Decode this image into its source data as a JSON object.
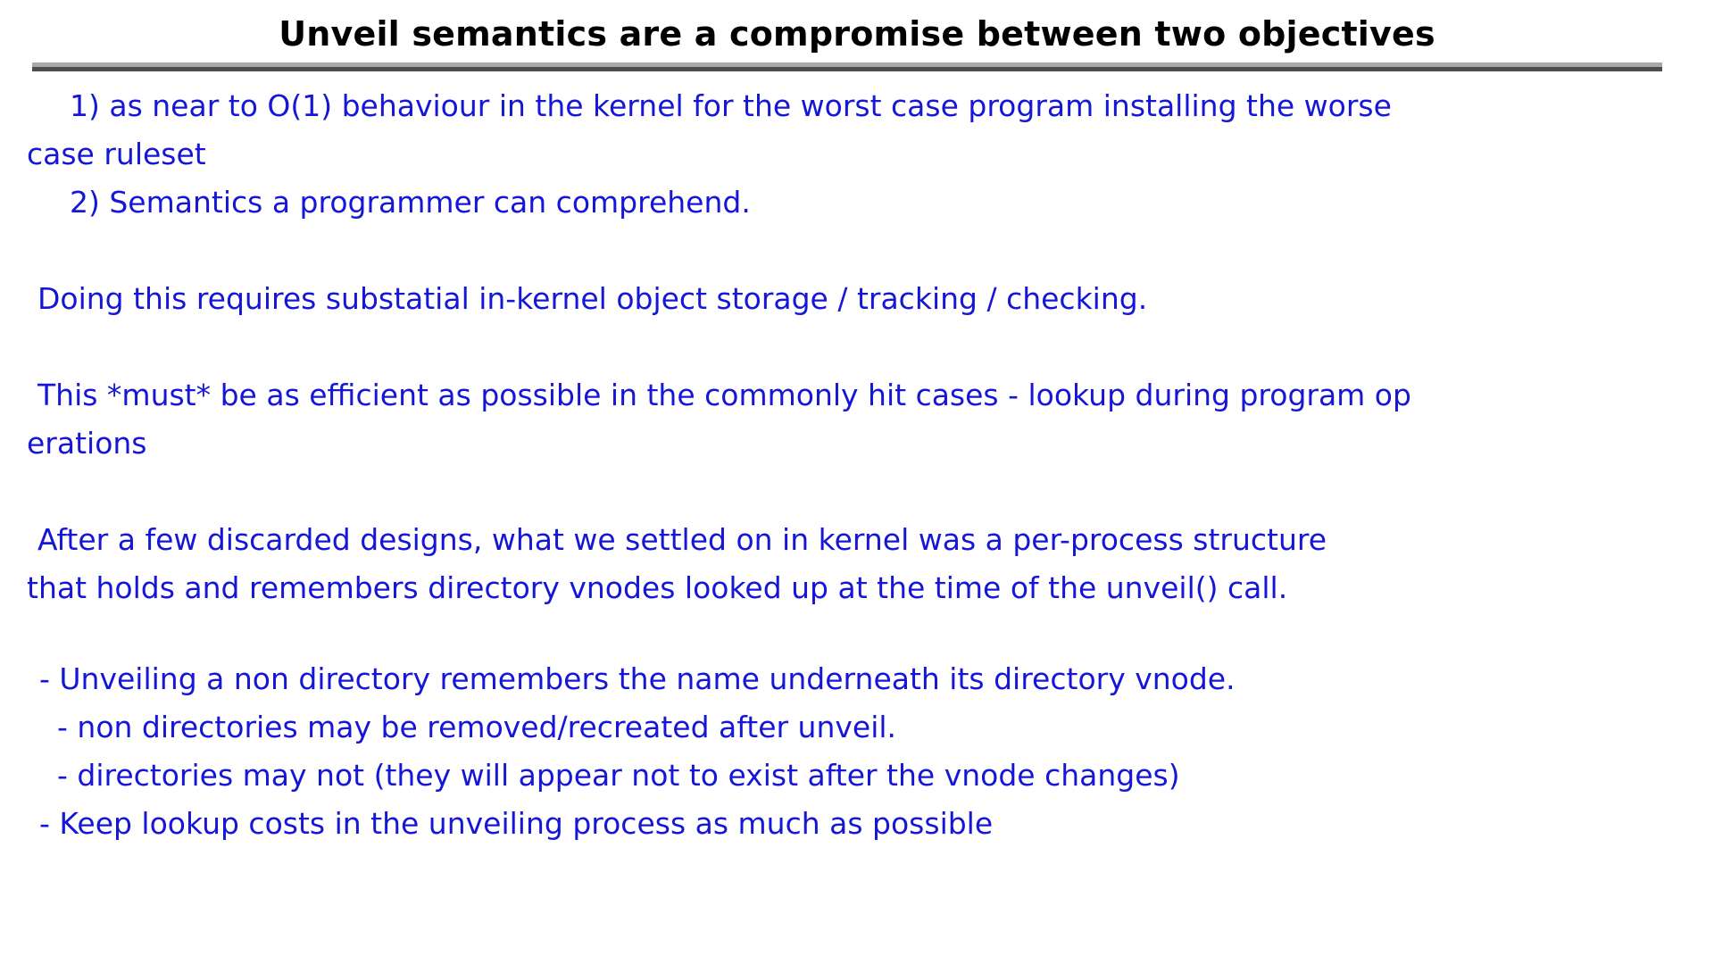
{
  "slide": {
    "title": "Unveil semantics are a compromise between two objectives",
    "title_color": "#000000",
    "body_color": "#1516d6",
    "background_color": "#ffffff",
    "rule": {
      "top_color": "#a9a9a9",
      "bottom_color": "#4d4d4d"
    },
    "body": {
      "objective_1_line_1": "1) as near to O(1) behaviour in the kernel for the worst case program installing the worse",
      "objective_1_line_2": "case ruleset",
      "objective_2": "2) Semantics a programmer can comprehend.",
      "requires_line": "Doing this requires substatial in-kernel object storage / tracking / checking.",
      "efficiency_line_1": "This *must* be as efficient as possible in the commonly hit cases - lookup during program op",
      "efficiency_line_2": "erations",
      "design_line_1": "After a few discarded designs, what we settled on in kernel was a per-process structure",
      "design_line_2": "that holds and remembers directory vnodes looked up at the time of the unveil() call.",
      "bullet_1": "- Unveiling a non directory remembers the name underneath its directory vnode.",
      "bullet_1_sub_1": "- non directories may be removed/recreated after unveil.",
      "bullet_1_sub_2": "- directories may not (they will appear not to exist after the vnode changes)",
      "bullet_2": "- Keep lookup costs in the unveiling process as much as possible"
    }
  }
}
